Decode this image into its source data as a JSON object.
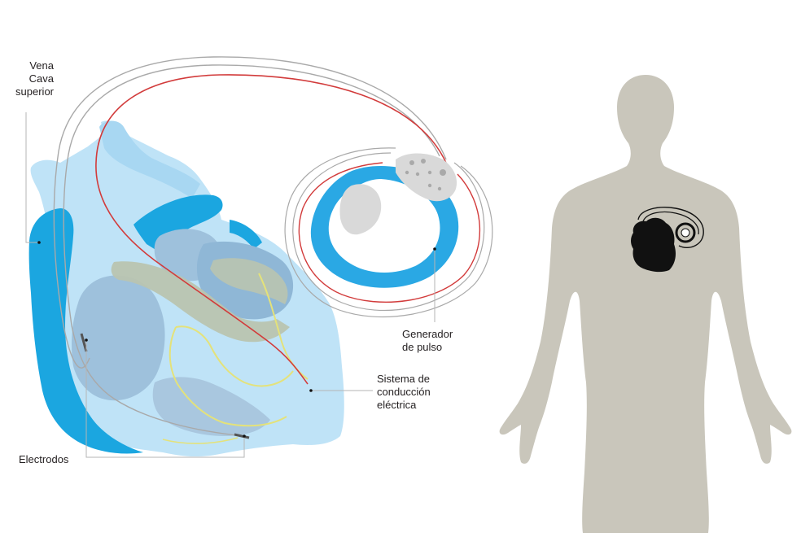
{
  "labels": {
    "vena_cava": "Vena\nCava\nsuperior",
    "electrodos": "Electrodos",
    "generador": "Generador\nde pulso",
    "sistema": "Sistema de\nconducción\neléctrica"
  },
  "colors": {
    "heart_light": "#bfe3f7",
    "heart_mid": "#8fcbee",
    "heart_blue": "#1ba6e0",
    "heart_inner": "#9ec1dc",
    "muscle": "#b9c4b0",
    "conduction_line": "#e4e27a",
    "lead_wire": "#a9a9a9",
    "red_wire": "#d23b3b",
    "generator_ring": "#2aa8e4",
    "generator_header": "#d9d9d9",
    "silhouette": "#c9c6bb",
    "mini_heart": "#111111",
    "leader_line": "#b5b5b5",
    "text": "#231f20"
  }
}
